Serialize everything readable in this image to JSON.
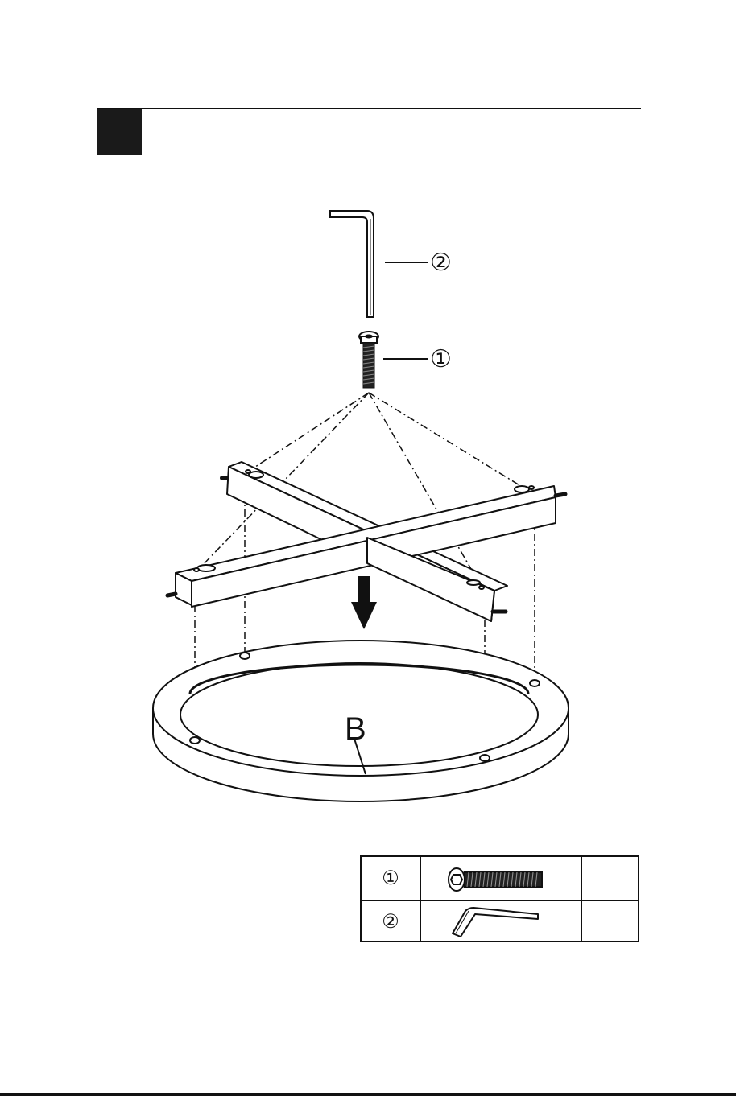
{
  "callouts": {
    "part1": "①",
    "part2": "②"
  },
  "part_label": "B",
  "parts_table": {
    "rows": [
      {
        "num": "①",
        "icon": "bolt-icon",
        "qty": ""
      },
      {
        "num": "②",
        "icon": "allen-key-icon",
        "qty": ""
      }
    ]
  }
}
